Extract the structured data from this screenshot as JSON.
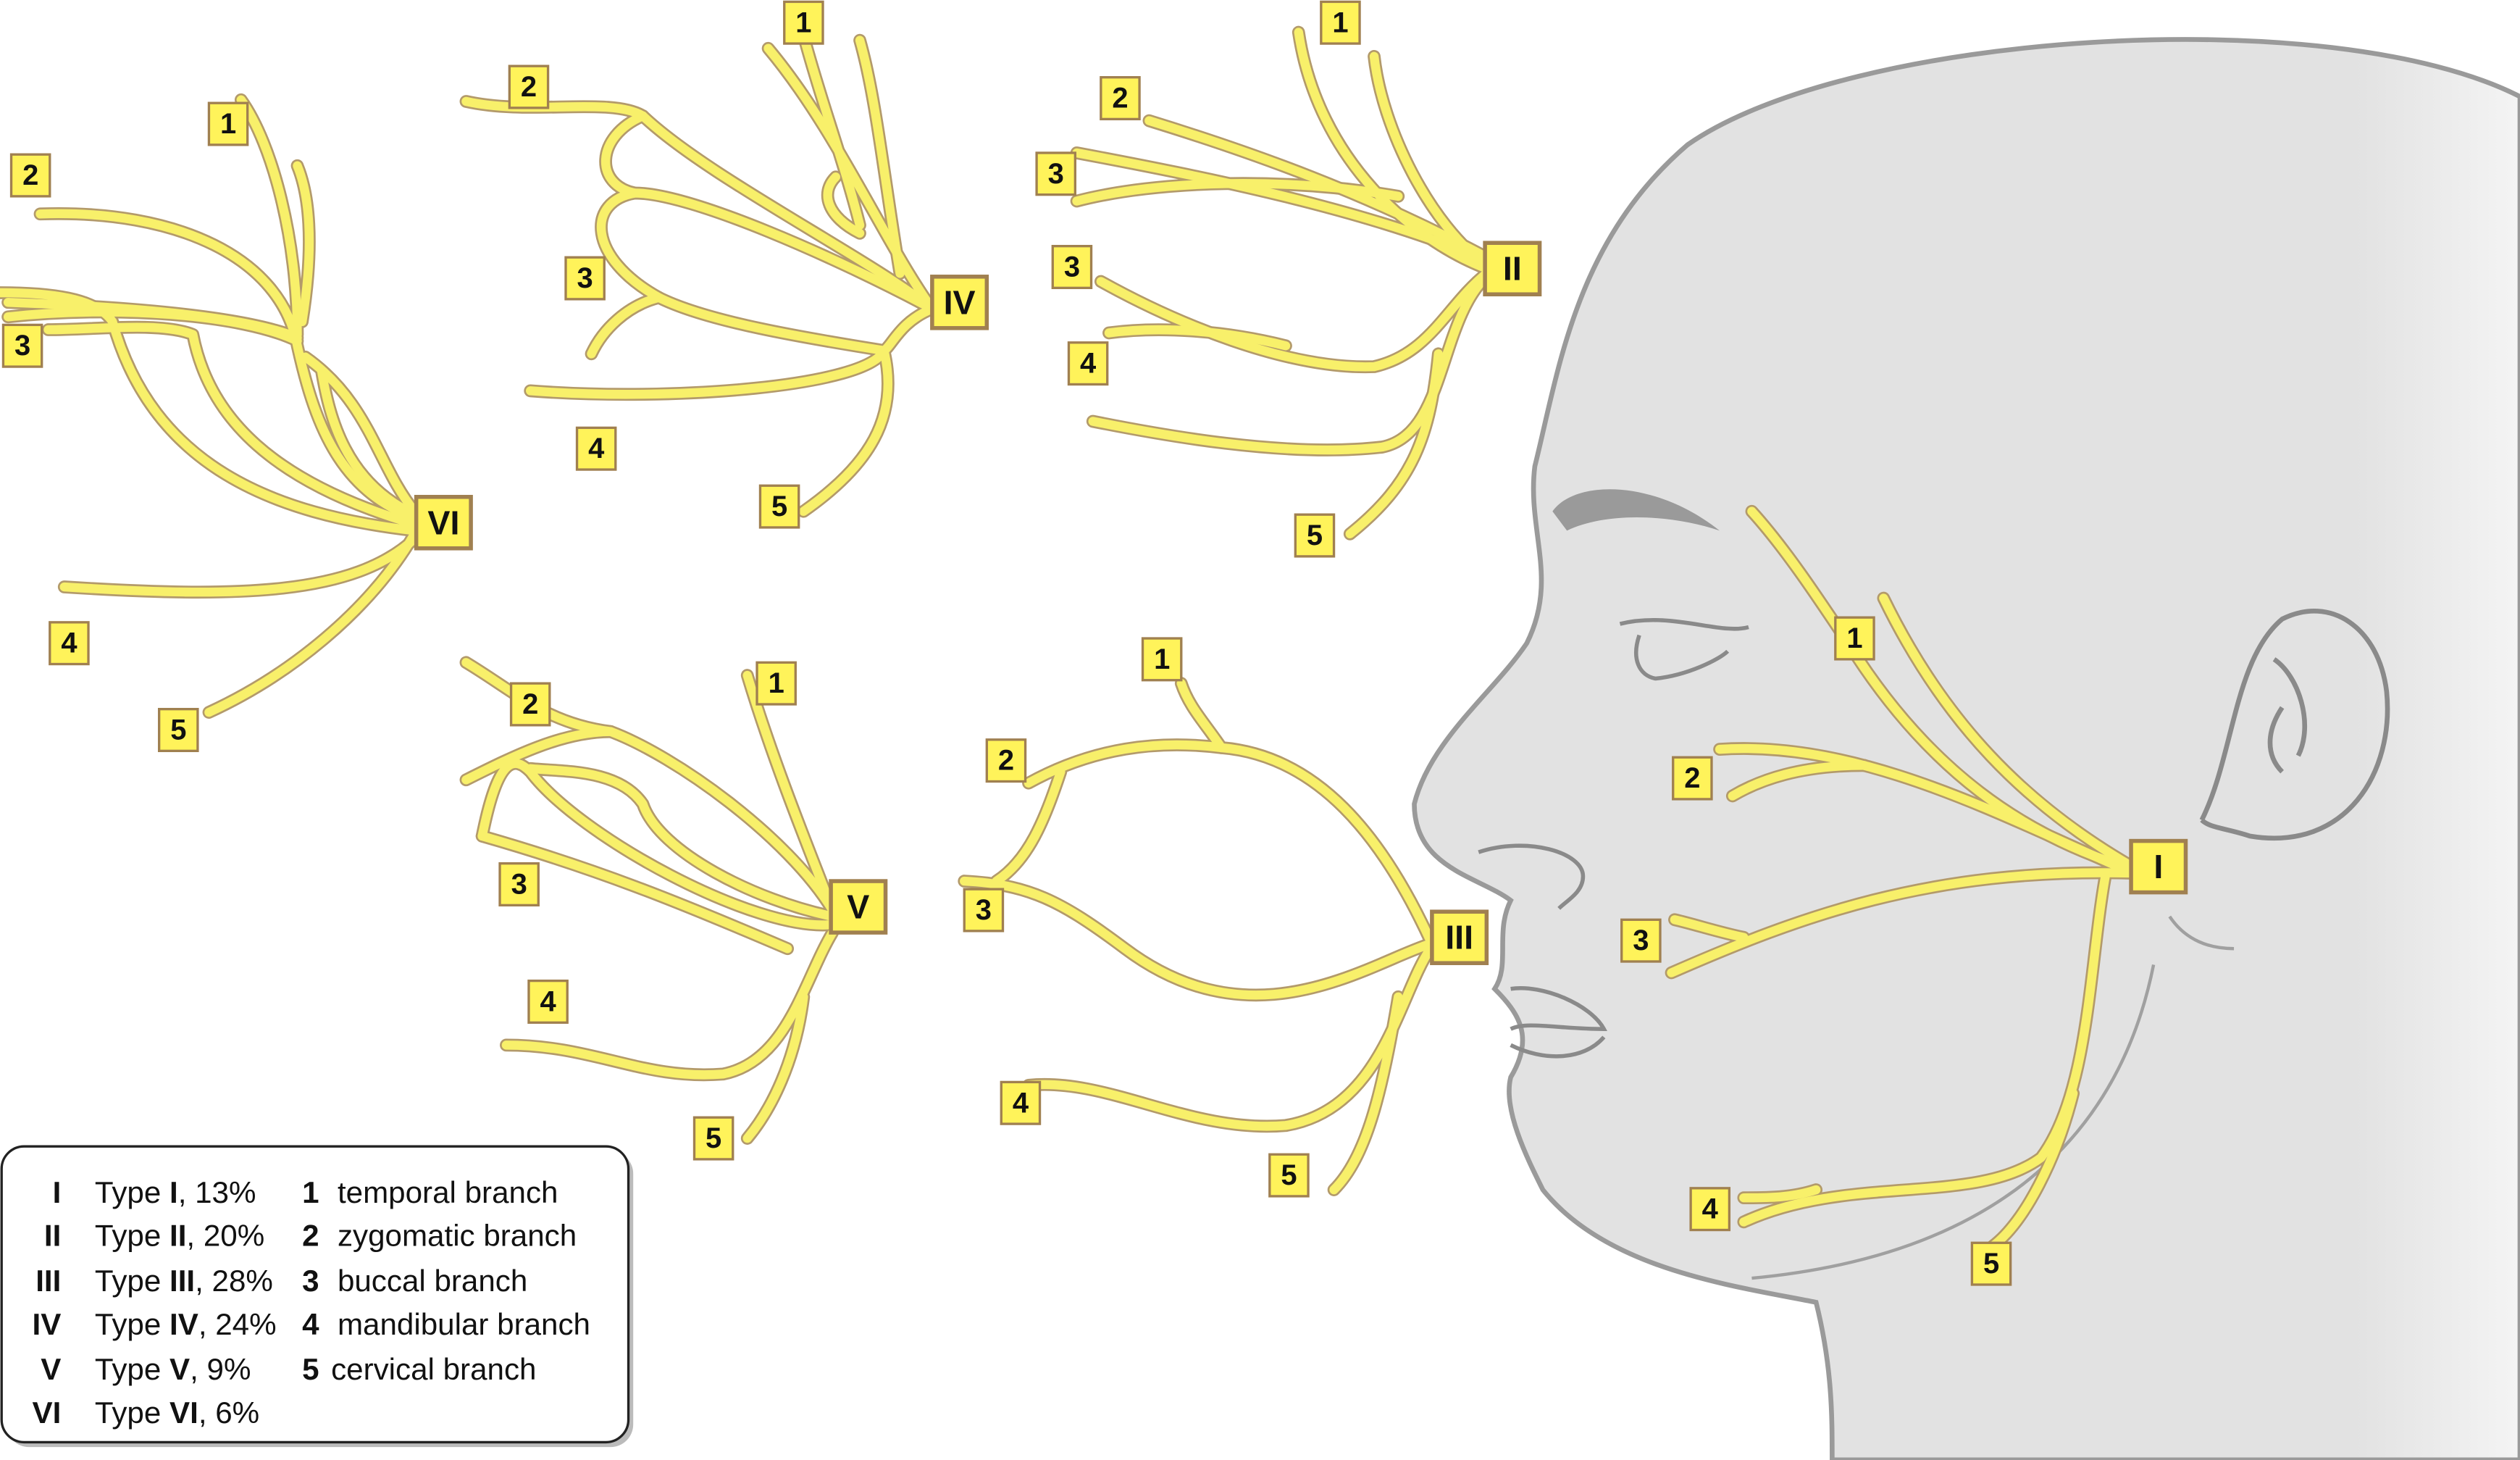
{
  "diagrams": {
    "type_I": {
      "type": "I",
      "labels": [
        "1",
        "2",
        "3",
        "4",
        "5"
      ]
    },
    "type_II": {
      "type": "II",
      "labels": [
        "1",
        "2",
        "3",
        "3",
        "4",
        "5"
      ]
    },
    "type_III": {
      "type": "III",
      "labels": [
        "1",
        "2",
        "3",
        "4",
        "5"
      ]
    },
    "type_IV": {
      "type": "IV",
      "labels": [
        "1",
        "2",
        "3",
        "4",
        "5"
      ]
    },
    "type_V": {
      "type": "V",
      "labels": [
        "1",
        "2",
        "3",
        "4",
        "5"
      ]
    },
    "type_VI": {
      "type": "VI",
      "labels": [
        "1",
        "2",
        "3",
        "4",
        "5"
      ]
    }
  },
  "legend": {
    "type_word": "Type",
    "types": [
      {
        "numeral": "I",
        "pct": ", 13%"
      },
      {
        "numeral": "II",
        "pct": ", 20%"
      },
      {
        "numeral": "III",
        "pct": ", 28%"
      },
      {
        "numeral": "IV",
        "pct": ", 24%"
      },
      {
        "numeral": "V",
        "pct": ", 9%"
      },
      {
        "numeral": "VI",
        "pct": ", 6%"
      }
    ],
    "branches": [
      {
        "num": "1",
        "name": "temporal branch"
      },
      {
        "num": "2",
        "name": "zygomatic branch"
      },
      {
        "num": "3",
        "name": "buccal branch"
      },
      {
        "num": "4",
        "name": "mandibular branch"
      },
      {
        "num": "5",
        "name": "cervical branch"
      }
    ]
  },
  "colors": {
    "nerve": "#f8f06a",
    "nerve_outline": "#b39a6a",
    "head": "#e2e2e2",
    "label_box": "#fff35a"
  }
}
